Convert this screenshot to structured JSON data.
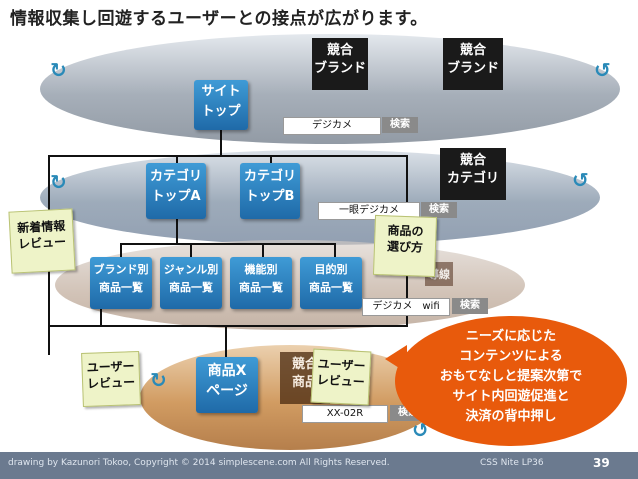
{
  "title": "情報収集し回遊するユーザーとの接点が広がります。",
  "layers": {
    "top_ring": {
      "competitor_brand_1": "競合\nブランド",
      "competitor_brand_2": "競合\nブランド"
    },
    "category_ring": {
      "competitor_category": "競合\nカテゴリ"
    },
    "product_ring": {
      "competitor_product": "競合\n商品"
    }
  },
  "nodes": {
    "site_top": "サイト\nトップ",
    "category_a": "カテゴリ\nトップA",
    "category_b": "カテゴリ\nトップB",
    "brand_list": "ブランド別\n商品一覧",
    "genre_list": "ジャンル別\n商品一覧",
    "function_list": "機能別\n商品一覧",
    "purpose_list": "目的別\n商品一覧",
    "product_x": "商品X\nページ"
  },
  "notes": {
    "new_info_review": "新着情報\nレビュー",
    "how_to_choose": "商品の\n選び方",
    "user_review_left": "ユーザー\nレビュー",
    "user_review_right": "ユーザー\nレビュー",
    "hidden_text": "導線"
  },
  "searches": [
    {
      "query": "デジカメ",
      "button": "検索"
    },
    {
      "query": "一眼デジカメ",
      "button": "検索"
    },
    {
      "query": "デジカメ　wifi",
      "button": "検索"
    },
    {
      "query": "XX-02R",
      "button": "検索"
    }
  ],
  "callout": "ニーズに応じた\nコンテンツによる\nおもてなしと提案次第で\nサイト内回遊促進と\n決済の背中押し",
  "footer": {
    "credit": "drawing by Kazunori Tokoo, Copyright © 2014 simplescene.com All Rights Reserved.",
    "event": "CSS Nite LP36",
    "page": "39"
  }
}
